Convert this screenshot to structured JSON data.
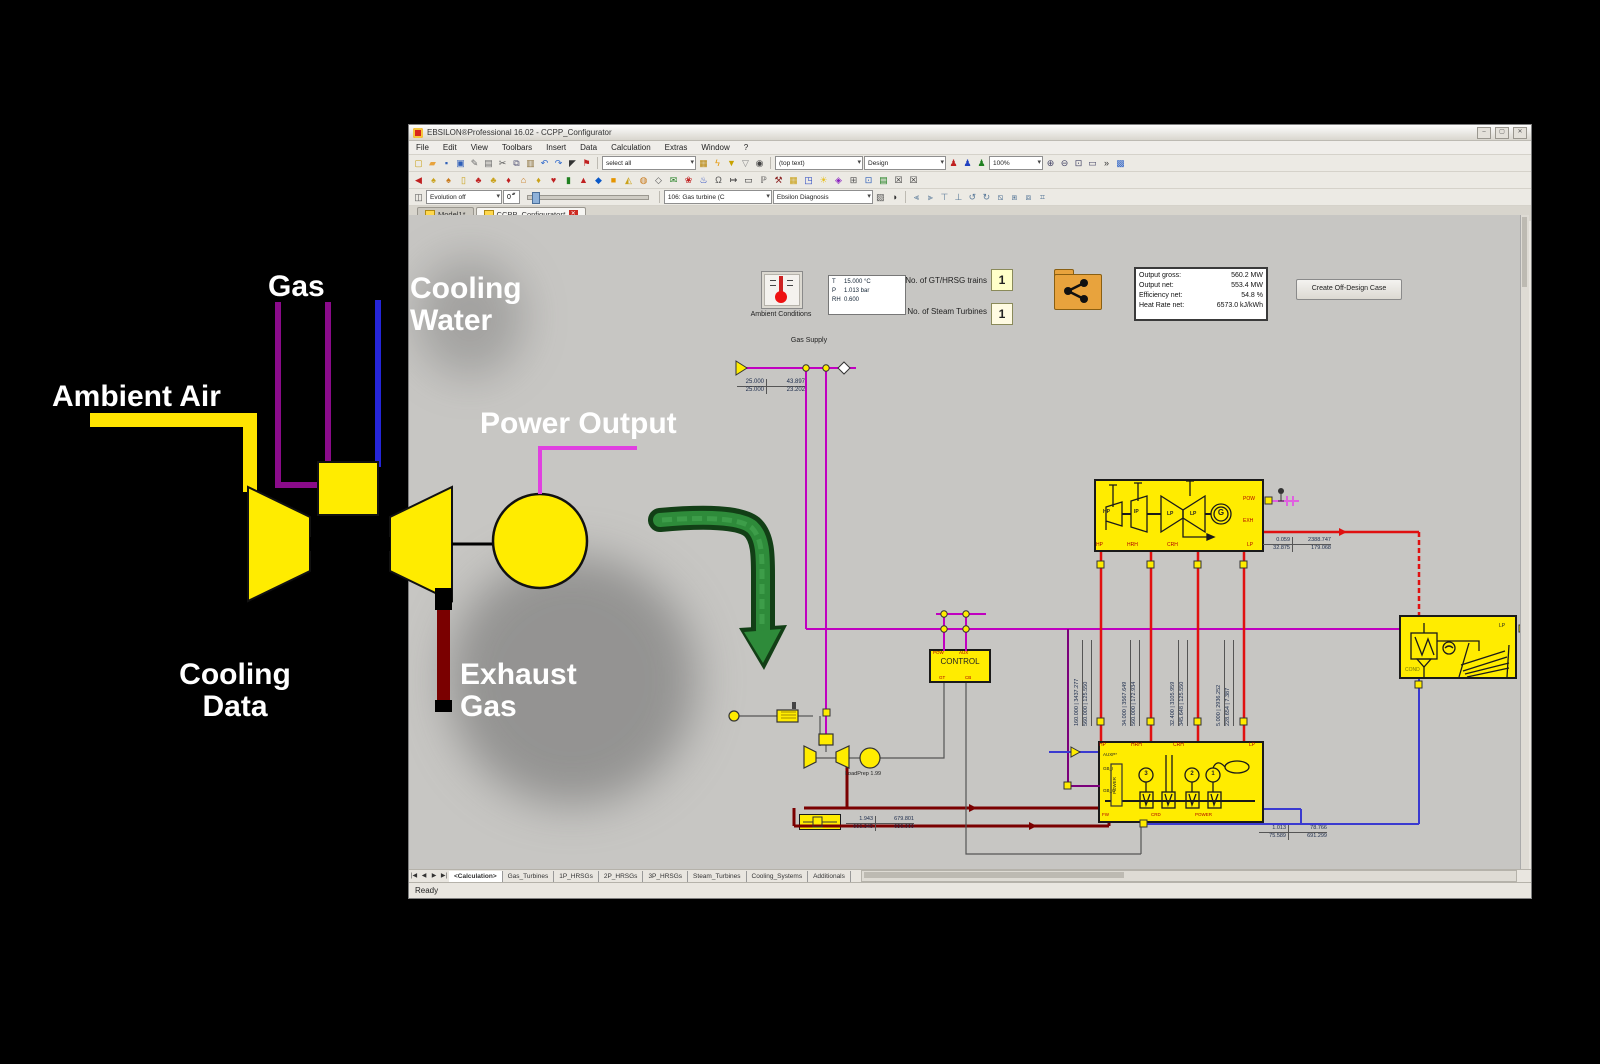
{
  "annotations": {
    "gas": "Gas",
    "cooling_water_1": "Cooling",
    "cooling_water_2": "Water",
    "ambient_air": "Ambient Air",
    "power_output": "Power Output",
    "cooling_data_1": "Cooling",
    "cooling_data_2": "Data",
    "exhaust_gas_1": "Exhaust",
    "exhaust_gas_2": "Gas"
  },
  "win": {
    "title": "EBSILON®Professional 16.02 - CCPP_Configurator",
    "menus": [
      "File",
      "Edit",
      "View",
      "Toolbars",
      "Insert",
      "Data",
      "Calculation",
      "Extras",
      "Window",
      "?"
    ],
    "combos": {
      "select": "select all",
      "top_text": "(top text)",
      "design": "Design",
      "zoom": "100%",
      "evolution": "Evolution off",
      "spin": "0",
      "component": "106: Gas turbine (C",
      "profile": "Ebsilon Diagnosis"
    },
    "doc_tabs": [
      "Model1*",
      "CCPP_Configurator*"
    ],
    "sheet_tabs": [
      "<Calculation>",
      "Gas_Turbines",
      "1P_HRSGs",
      "2P_HRSGs",
      "3P_HRSGs",
      "Steam_Turbines",
      "Cooling_Systems",
      "Additionals"
    ],
    "status": "Ready",
    "icons": {
      "row1a": [
        {
          "n": "new-file-icon",
          "g": "▢",
          "c": "#caa21a"
        },
        {
          "n": "open-file-icon",
          "g": "▰",
          "c": "#e8a33d"
        },
        {
          "n": "save-icon",
          "g": "▪",
          "c": "#2f5fb8"
        },
        {
          "n": "save-all-icon",
          "g": "▣",
          "c": "#2f5fb8"
        },
        {
          "n": "edit-icon",
          "g": "✎",
          "c": "#6a6a6a"
        },
        {
          "n": "print-icon",
          "g": "▤",
          "c": "#6a6a6a"
        },
        {
          "n": "cut-icon",
          "g": "✂",
          "c": "#555"
        },
        {
          "n": "copy-icon",
          "g": "⧉",
          "c": "#557"
        },
        {
          "n": "paste-icon",
          "g": "▥",
          "c": "#8a6f3a"
        },
        {
          "n": "undo-icon",
          "g": "↶",
          "c": "#2a66cc"
        },
        {
          "n": "redo-icon",
          "g": "↷",
          "c": "#2a66cc"
        },
        {
          "n": "pointer-icon",
          "g": "◤",
          "c": "#333"
        },
        {
          "n": "probe-icon",
          "g": "⚑",
          "c": "#c02020"
        }
      ],
      "row1b": [
        {
          "n": "fence-select-icon",
          "g": "▦",
          "c": "#b8860b"
        },
        {
          "n": "lightning-icon",
          "g": "ϟ",
          "c": "#e69500"
        },
        {
          "n": "filter-icon",
          "g": "▼",
          "c": "#c8a200"
        },
        {
          "n": "filter-off-icon",
          "g": "▽",
          "c": "#888"
        },
        {
          "n": "find-icon",
          "g": "◉",
          "c": "#444"
        }
      ],
      "row1c": [
        {
          "n": "run-simulation-icon",
          "g": "♟",
          "c": "#c02020"
        },
        {
          "n": "run-validation-icon",
          "g": "♟",
          "c": "#2040c0"
        },
        {
          "n": "run-batch-icon",
          "g": "♟",
          "c": "#208020"
        }
      ],
      "row1d": [
        {
          "n": "zoom-in-icon",
          "g": "⊕",
          "c": "#446"
        },
        {
          "n": "zoom-out-icon",
          "g": "⊖",
          "c": "#446"
        },
        {
          "n": "zoom-fit-icon",
          "g": "⊡",
          "c": "#446"
        },
        {
          "n": "zoom-page-icon",
          "g": "▭",
          "c": "#446"
        },
        {
          "n": "more-tools-icon",
          "g": "»",
          "c": "#333"
        },
        {
          "n": "grid-icon",
          "g": "▩",
          "c": "#3a6bc8"
        }
      ],
      "row2": [
        {
          "n": "component-boundary-icon",
          "g": "◀",
          "c": "#c02020"
        },
        {
          "n": "component-throttle-icon",
          "g": "♠",
          "c": "#caa21a"
        },
        {
          "n": "component-valve-icon",
          "g": "♠",
          "c": "#c8791a"
        },
        {
          "n": "component-drum-icon",
          "g": "▯",
          "c": "#caa21a"
        },
        {
          "n": "component-pump-icon",
          "g": "♣",
          "c": "#c02020"
        },
        {
          "n": "component-fan-icon",
          "g": "♣",
          "c": "#caa21a"
        },
        {
          "n": "component-hx-icon",
          "g": "♦",
          "c": "#c02020"
        },
        {
          "n": "component-eco-icon",
          "g": "⌂",
          "c": "#c8791a"
        },
        {
          "n": "component-evap-icon",
          "g": "♦",
          "c": "#caa21a"
        },
        {
          "n": "component-sh-icon",
          "g": "♥",
          "c": "#c02020"
        },
        {
          "n": "component-header-icon",
          "g": "▮",
          "c": "#208020"
        },
        {
          "n": "component-gt-icon",
          "g": "▲",
          "c": "#c02020"
        },
        {
          "n": "component-st-icon",
          "g": "◆",
          "c": "#0a58c8"
        },
        {
          "n": "component-gen-icon",
          "g": "■",
          "c": "#e69500"
        },
        {
          "n": "component-cond-icon",
          "g": "◭",
          "c": "#caa21a"
        },
        {
          "n": "component-deaerator-icon",
          "g": "◍",
          "c": "#c8791a"
        },
        {
          "n": "component-splitter-icon",
          "g": "◇",
          "c": "#555"
        },
        {
          "n": "component-mixer-icon",
          "g": "✉",
          "c": "#208020"
        },
        {
          "n": "component-pipe-icon",
          "g": "❀",
          "c": "#c02020"
        },
        {
          "n": "component-duct-icon",
          "g": "♨",
          "c": "#2040c0"
        },
        {
          "n": "component-control-icon",
          "g": "Ω",
          "c": "#555"
        },
        {
          "n": "component-measure-icon",
          "g": "↦",
          "c": "#333"
        },
        {
          "n": "component-text-icon",
          "g": "▭",
          "c": "#333"
        },
        {
          "n": "component-macro-icon",
          "g": "ℙ",
          "c": "#555"
        },
        {
          "n": "tool-calc-icon",
          "g": "⚒",
          "c": "#8a2020"
        },
        {
          "n": "tool-table-icon",
          "g": "▦",
          "c": "#caa21a"
        },
        {
          "n": "tool-diagram-icon",
          "g": "◳",
          "c": "#2040c0"
        },
        {
          "n": "tool-bulb-icon",
          "g": "☀",
          "c": "#e8c020"
        },
        {
          "n": "tool-kernel-icon",
          "g": "◈",
          "c": "#8a20c0"
        },
        {
          "n": "tool-series-icon",
          "g": "⊞",
          "c": "#555"
        },
        {
          "n": "tool-grid2-icon",
          "g": "⊡",
          "c": "#2f5fb8"
        },
        {
          "n": "tool-book-icon",
          "g": "▤",
          "c": "#208020"
        },
        {
          "n": "tool-flag-icon",
          "g": "☒",
          "c": "#333"
        },
        {
          "n": "tool-flag2-icon",
          "g": "☒",
          "c": "#333"
        }
      ],
      "row3a": [
        {
          "n": "object-lock-icon",
          "g": "◫",
          "c": "#555"
        }
      ],
      "row3b": [
        {
          "n": "kernel-scripting-icon",
          "g": "▧",
          "c": "#555"
        },
        {
          "n": "color-mode-icon",
          "g": "◑",
          "c": "#333"
        }
      ],
      "row3c": [
        {
          "n": "align-left-icon",
          "g": "⫷",
          "c": "#5a7a9a"
        },
        {
          "n": "align-right-icon",
          "g": "⫸",
          "c": "#5a7a9a"
        },
        {
          "n": "align-top-icon",
          "g": "⊤",
          "c": "#5a7a9a"
        },
        {
          "n": "align-bottom-icon",
          "g": "⊥",
          "c": "#5a7a9a"
        },
        {
          "n": "rotate-left-icon",
          "g": "↺",
          "c": "#5a7a9a"
        },
        {
          "n": "rotate-right-icon",
          "g": "↻",
          "c": "#5a7a9a"
        },
        {
          "n": "bring-front-icon",
          "g": "⧅",
          "c": "#5a7a9a"
        },
        {
          "n": "send-back-icon",
          "g": "⧆",
          "c": "#5a7a9a"
        },
        {
          "n": "group-icon",
          "g": "⧈",
          "c": "#5a7a9a"
        },
        {
          "n": "snap-grid-icon",
          "g": "⌗",
          "c": "#5a7a9a"
        }
      ],
      "nav": [
        {
          "n": "first-sheet-icon",
          "g": "|◀",
          "c": "#333"
        },
        {
          "n": "prev-sheet-icon",
          "g": "◀",
          "c": "#333"
        },
        {
          "n": "next-sheet-icon",
          "g": "▶",
          "c": "#333"
        },
        {
          "n": "last-sheet-icon",
          "g": "▶|",
          "c": "#333"
        }
      ]
    }
  },
  "canvas": {
    "ambient_label": "Ambient Conditions",
    "ambient_rows": [
      [
        "T",
        "15.000 °C"
      ],
      [
        "P",
        "1.013 bar"
      ],
      [
        "RH",
        "0.600"
      ]
    ],
    "trains_label": "No. of GT/HRSG trains",
    "trains_value": "1",
    "steamturbines_label": "No. of Steam Turbines",
    "steamturbines_value": "1",
    "results": [
      [
        "Output gross:",
        "560.2 MW"
      ],
      [
        "Output net:",
        "553.4 MW"
      ],
      [
        "Efficiency net:",
        "54.8 %"
      ],
      [
        "Heat Rate net:",
        "6573.0 kJ/kWh"
      ]
    ],
    "offdesign_button": "Create Off-Design Case",
    "gas_supply_label": "Gas Supply",
    "gas_values": [
      [
        "25.000",
        "43.897"
      ],
      [
        "25.000",
        "23.202"
      ]
    ],
    "st": {
      "g": "G",
      "s1": "HP",
      "s2": "IP",
      "s3": "LP",
      "s4": "LP",
      "pow": "POW",
      "exh": "EXH",
      "b0": "HP",
      "b1": "HRH",
      "b2": "CRH",
      "b3": "LP"
    },
    "exh_values": [
      [
        "0.059",
        "2388.747"
      ],
      [
        "32.875",
        "179.068"
      ]
    ],
    "pipes": [
      [
        "160.000 | 3437.277",
        "560.000 | 125.550"
      ],
      [
        "34.000 | 3567.649",
        "560.000 | 172.934"
      ],
      [
        "32.400 | 3105.959",
        "345.648 | 125.550"
      ],
      [
        "5.000 | 2936.252",
        "228.654 | 7.387"
      ]
    ],
    "control": {
      "label": "CONTROL",
      "pow": "POW",
      "aux": "AUX",
      "gt": "GT",
      "cb": "CB"
    },
    "hrsg": {
      "t0": "HP",
      "t1": "HRH",
      "t2": "CRH",
      "t3": "LP",
      "auxp": "AUXP*",
      "gbi": "GB_I",
      "gbo": "GB_O",
      "fw": "FW",
      "crd": "CRD",
      "power": "POWER",
      "pvert": "POWER",
      "d3": "3",
      "d2": "2",
      "d1": "1"
    },
    "loadprep": "LoadPrep 1.99",
    "gt_values": [
      [
        "1.943",
        "679.801"
      ],
      [
        "666.345",
        "686.909"
      ]
    ],
    "cond_values": [
      [
        "1.013",
        "78.766"
      ],
      [
        "75.589",
        "691.299"
      ]
    ],
    "cond": {
      "label": "COND",
      "lp": "LP"
    }
  }
}
